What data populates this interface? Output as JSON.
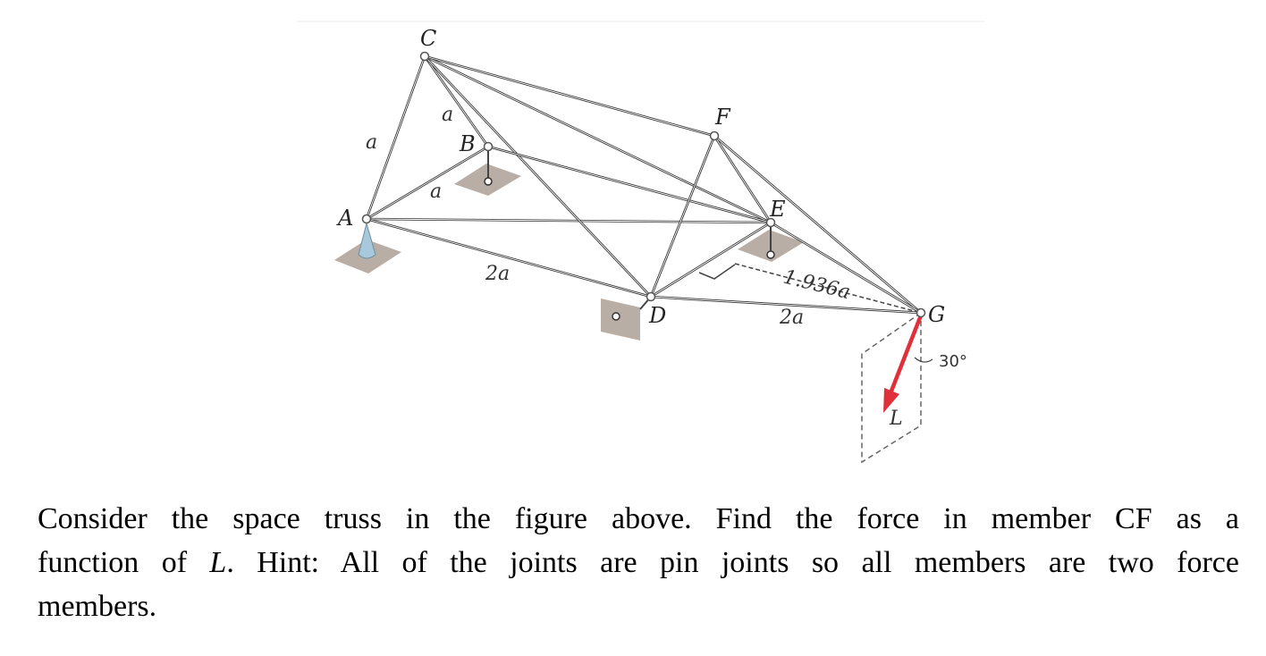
{
  "figure": {
    "nodes": {
      "A": "A",
      "B": "B",
      "C": "C",
      "D": "D",
      "E": "E",
      "F": "F",
      "G": "G"
    },
    "dims": {
      "ca": "a",
      "cb": "a",
      "ab": "a",
      "ad": "2a",
      "dg": "2a",
      "perp": "1.936a",
      "angle": "30°",
      "load": "L"
    },
    "colors": {
      "member": "#333333",
      "support": "#b9aea5",
      "ball_support": "#a8c8dc",
      "load_arrow": "#e0303a"
    },
    "icons": [
      "ball-support-icon",
      "pin-support-icon",
      "load-arrow-icon"
    ]
  },
  "problem": {
    "line1": "Consider the space truss in the figure above.  Find the force in member CF as a",
    "line2_pre": "function of ",
    "line2_var": "L",
    "line2_post": ".  Hint: All of the joints are pin joints so all members are two force",
    "line3": "members."
  }
}
